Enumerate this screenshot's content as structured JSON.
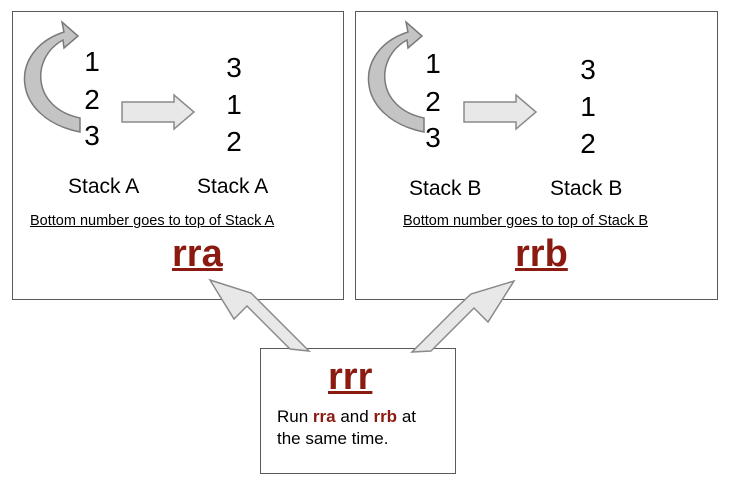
{
  "panel_a": {
    "before": [
      "1",
      "2",
      "3"
    ],
    "after": [
      "3",
      "1",
      "2"
    ],
    "label_before": "Stack A",
    "label_after": "Stack A",
    "caption": "Bottom number goes to top of Stack A",
    "command": "rra"
  },
  "panel_b": {
    "before": [
      "1",
      "2",
      "3"
    ],
    "after": [
      "3",
      "1",
      "2"
    ],
    "label_before": "Stack B",
    "label_after": "Stack B",
    "caption": "Bottom number goes to top of Stack B",
    "command": "rrb"
  },
  "panel_rrr": {
    "command": "rrr",
    "text_run": "Run",
    "text_rra": "rra",
    "text_and": "and",
    "text_rrb": "rrb",
    "text_at": "at",
    "text_line2": "the same time."
  },
  "colors": {
    "command": "#8b1a10",
    "arrow_fill": "#e8e8e8",
    "arrow_stroke": "#8a8a8a",
    "curve_fill": "#c4c4c4"
  }
}
